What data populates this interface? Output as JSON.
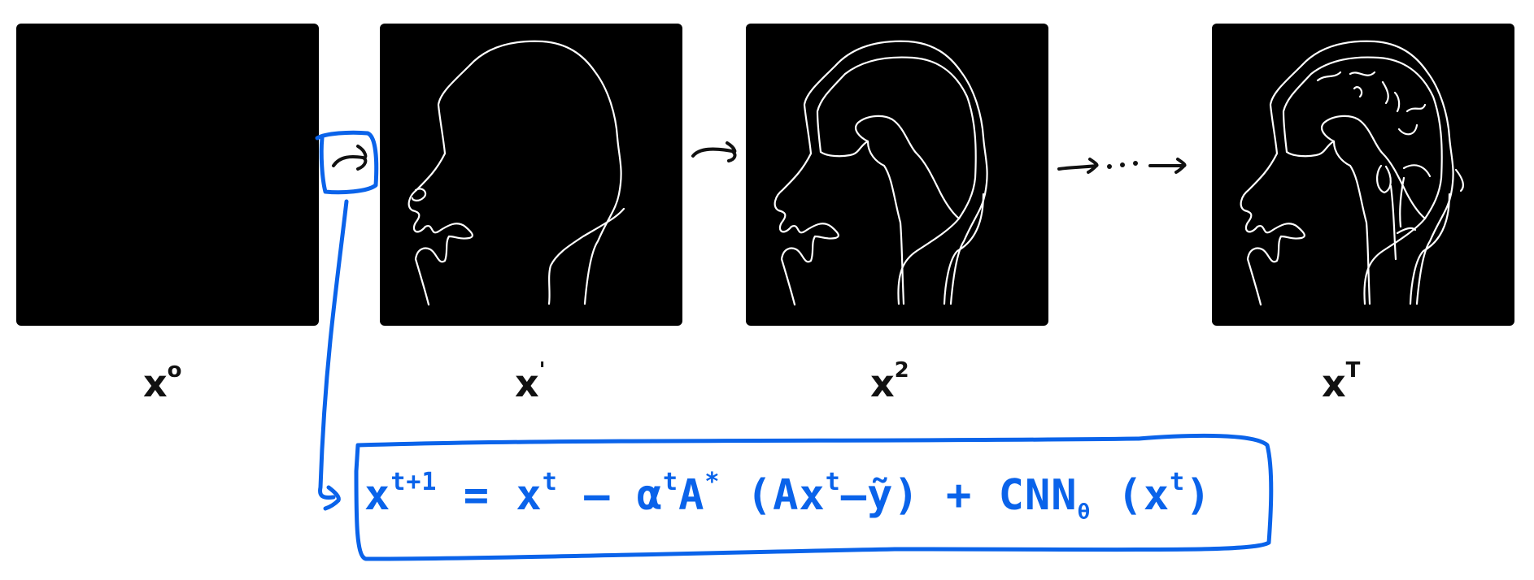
{
  "panels": [
    {
      "id": "x0",
      "content": "black-empty"
    },
    {
      "id": "x1",
      "content": "head-outline"
    },
    {
      "id": "x2",
      "content": "head-outline-with-brain-contour"
    },
    {
      "id": "xT",
      "content": "head-outline-with-detailed-brain"
    }
  ],
  "labels": {
    "l0": {
      "base": "x",
      "sup": "o"
    },
    "l1": {
      "base": "x",
      "sup": "'"
    },
    "l2": {
      "base": "x",
      "sup": "2"
    },
    "l3": {
      "base": "x",
      "sup": "T"
    }
  },
  "arrows": {
    "a2": {
      "dots": "· · ·"
    }
  },
  "equation": {
    "lhs_base": "x",
    "lhs_sup": "t+1",
    "equals": " = ",
    "x_base": "x",
    "x_sup": "t",
    "minus": " – ",
    "alpha": "α",
    "alpha_sup": "t",
    "adjoint": "A",
    "adjoint_sup": "*",
    "open_paren": "(",
    "a_op": "A",
    "ax_base": "x",
    "ax_sup": "t",
    "minus2": "–",
    "y_tilde": "ỹ",
    "close_paren": ")",
    "plus": " + ",
    "cnn": "CNN",
    "theta": "θ",
    "cnn_open": "(",
    "cx_base": "x",
    "cx_sup": "t",
    "cnn_close": ")"
  },
  "colors": {
    "highlight": "#0a63ea",
    "panel": "#000000",
    "ink": "#111111"
  }
}
